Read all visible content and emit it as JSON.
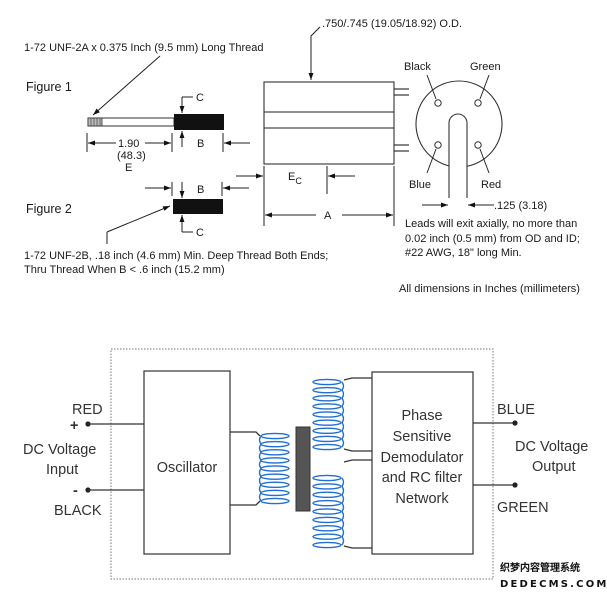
{
  "mechanical": {
    "thread_note_top": "1-72 UNF-2A x 0.375 Inch (9.5 mm) Long Thread",
    "od_note": ".750/.745 (19.05/18.92) O.D.",
    "figure1_label": "Figure 1",
    "figure2_label": "Figure 2",
    "dim_c": "C",
    "dim_b": "B",
    "dim_a": "A",
    "dim_e_value": "1.90",
    "dim_e_mm": "(48.3)",
    "dim_e": "E",
    "dim_ec_main": "E",
    "dim_ec_sub": "C",
    "thread_note_bottom_line1": "1-72 UNF-2B, .18 inch (4.6 mm)  Min. Deep Thread Both Ends;",
    "thread_note_bottom_line2": "Thru Thread When B < .6 inch (15.2 mm)",
    "lead_labels": {
      "black": "Black",
      "green": "Green",
      "blue": "Blue",
      "red": "Red"
    },
    "bore_dim": ".125  (3.18)",
    "leads_note_line1": "Leads will exit axially, no more than",
    "leads_note_line2": "0.02 inch (0.5 mm) from OD and ID;",
    "leads_note_line3": "#22 AWG, 18\" long Min.",
    "units_note": "All dimensions in Inches (millimeters)"
  },
  "schematic": {
    "input_red": "RED",
    "input_plus": "+",
    "input_label_line1": "DC Voltage",
    "input_label_line2": "Input",
    "input_minus": "-",
    "input_black": "BLACK",
    "oscillator": "Oscillator",
    "demod_lines": [
      "Phase",
      "Sensitive",
      "Demodulator",
      "and RC filter",
      "Network"
    ],
    "output_blue": "BLUE",
    "output_label_line1": "DC Voltage",
    "output_label_line2": "Output",
    "output_green": "GREEN",
    "colors": {
      "coil": "#1f6fd6",
      "core": "#555555"
    }
  },
  "watermark": {
    "line1": "织梦内容管理系统",
    "line2": "DEDECMS.COM"
  }
}
